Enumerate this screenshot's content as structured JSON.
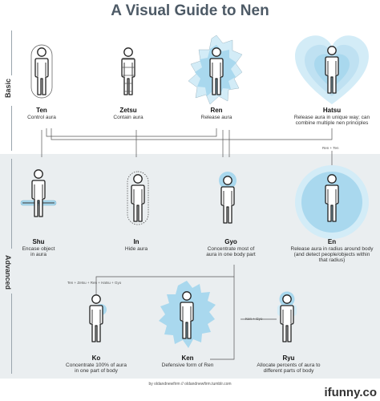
{
  "title": "A Visual Guide to Nen",
  "sections": {
    "basic": "Basic",
    "advanced": "Advanced"
  },
  "techniques": [
    {
      "name": "Ten",
      "desc": [
        "Control aura"
      ]
    },
    {
      "name": "Zetsu",
      "desc": [
        "Contain aura"
      ]
    },
    {
      "name": "Ren",
      "desc": [
        "Release aura"
      ]
    },
    {
      "name": "Hatsu",
      "desc": [
        "Release aura in unique way; can",
        "combine multiple nen principles"
      ]
    },
    {
      "name": "Shu",
      "desc": [
        "Encase object",
        "in aura"
      ]
    },
    {
      "name": "In",
      "desc": [
        "Hide aura"
      ]
    },
    {
      "name": "Gyo",
      "desc": [
        "Concentrate most of",
        "aura in one body part"
      ]
    },
    {
      "name": "En",
      "desc": [
        "Release aura in radius around body",
        "(and detect people/objects within",
        "that radius)"
      ]
    },
    {
      "name": "Ko",
      "desc": [
        "Concentrate 100% of aura",
        "in one part of body"
      ]
    },
    {
      "name": "Ken",
      "desc": [
        "Defensive form of Ren"
      ]
    },
    {
      "name": "Ryu",
      "desc": [
        "Allocate percents of aura to",
        "different parts of body"
      ]
    }
  ],
  "formulas": {
    "ren_ten": "Ren + Ten",
    "ko_combo": "Ten + Zetsu + Ren + Hatsu + Gyo",
    "ken_gyo": "Ken + Gyo"
  },
  "credit": "by oldandnewfirm // oldandnewfirm.tumblr.com",
  "watermark": "ifunny.co",
  "colors": {
    "aura": "#a9d8ee",
    "aura_light": "#d3ecf7",
    "adv_bg": "#eaeef0",
    "title": "#4d5a66"
  }
}
